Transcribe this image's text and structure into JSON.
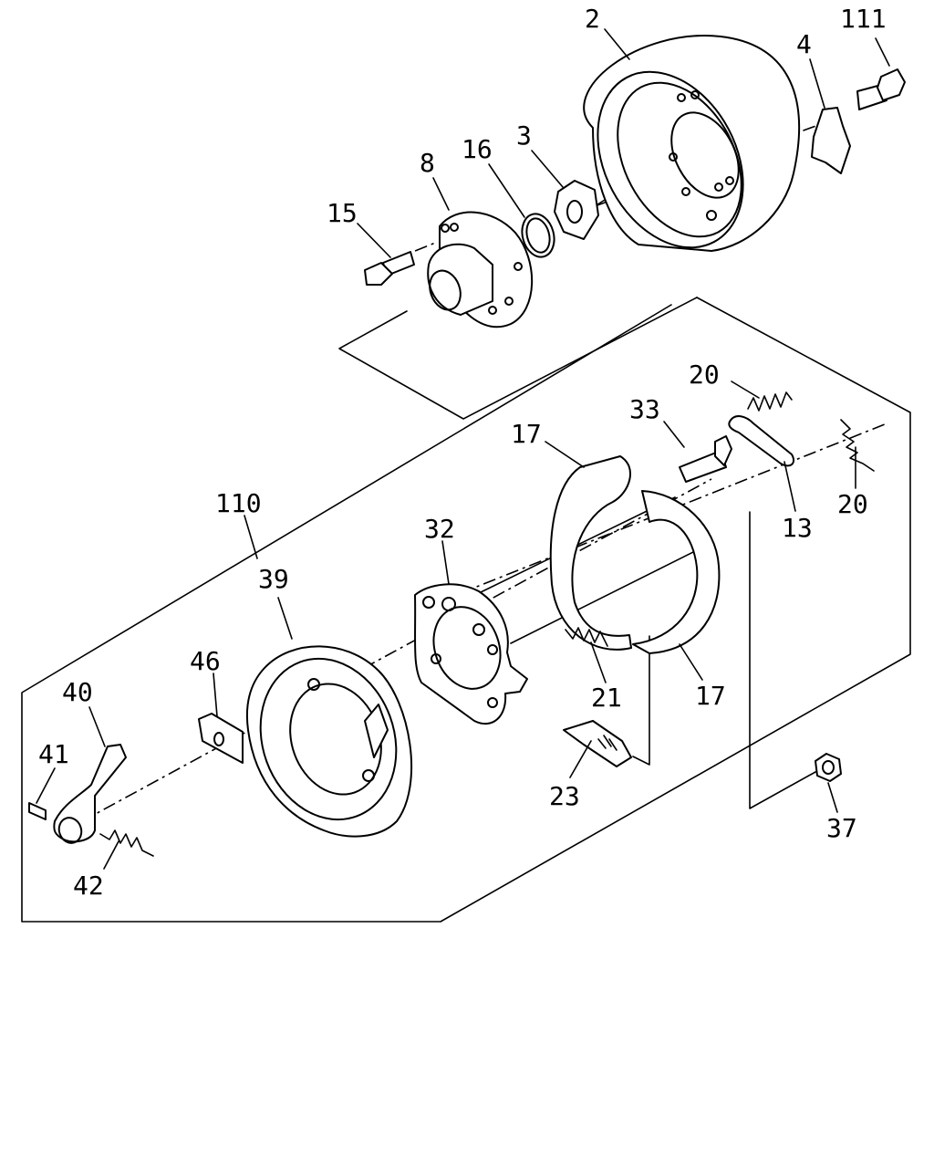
{
  "callouts": [
    {
      "id": "c111",
      "text": "111"
    },
    {
      "id": "c2",
      "text": "2"
    },
    {
      "id": "c4",
      "text": "4"
    },
    {
      "id": "c16",
      "text": "16"
    },
    {
      "id": "c3",
      "text": "3"
    },
    {
      "id": "c8",
      "text": "8"
    },
    {
      "id": "c15",
      "text": "15"
    },
    {
      "id": "c20a",
      "text": "20"
    },
    {
      "id": "c33",
      "text": "33"
    },
    {
      "id": "c17a",
      "text": "17"
    },
    {
      "id": "c13",
      "text": "13"
    },
    {
      "id": "c20b",
      "text": "20"
    },
    {
      "id": "c110",
      "text": "110"
    },
    {
      "id": "c32",
      "text": "32"
    },
    {
      "id": "c39",
      "text": "39"
    },
    {
      "id": "c46",
      "text": "46"
    },
    {
      "id": "c40",
      "text": "40"
    },
    {
      "id": "c21",
      "text": "21"
    },
    {
      "id": "c17b",
      "text": "17"
    },
    {
      "id": "c41",
      "text": "41"
    },
    {
      "id": "c23",
      "text": "23"
    },
    {
      "id": "c37",
      "text": "37"
    },
    {
      "id": "c42",
      "text": "42"
    }
  ]
}
